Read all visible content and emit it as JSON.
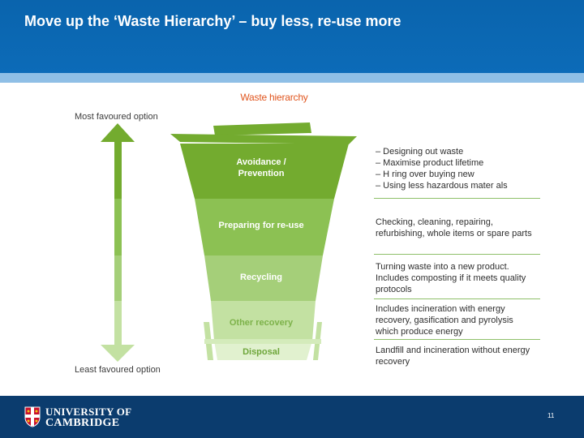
{
  "slide": {
    "title": "Move up the ‘Waste Hierarchy’ – buy less, re-use more",
    "page_number": "11"
  },
  "diagram": {
    "title": "Waste hierarchy",
    "most_favoured": "Most favoured option",
    "least_favoured": "Least favoured option",
    "levels": [
      {
        "label_lines": [
          "Avoidance /",
          "Prevention"
        ],
        "color": "#73ab2f",
        "description_lines": [
          "– Designing out waste",
          "– Maximise product lifetime",
          "– H ring over buying new",
          "– Using less hazardous mater als"
        ]
      },
      {
        "label_lines": [
          "Preparing for re-use"
        ],
        "color": "#8cc153",
        "description_lines": [
          "Checking, cleaning, repairing,",
          "refurbishing, whole items or spare parts"
        ]
      },
      {
        "label_lines": [
          "Recycling"
        ],
        "color": "#a5cf79",
        "description_lines": [
          "Turning waste into a new product.",
          "Includes composting if it meets quality",
          "protocols"
        ]
      },
      {
        "label_lines": [
          "Other recovery"
        ],
        "color": "#c3e1a2",
        "description_lines": [
          "Includes incineration with energy",
          "recovery, gasification and pyrolysis",
          "which produce energy"
        ]
      },
      {
        "label_lines": [
          "Disposal"
        ],
        "color": "#e1f1cf",
        "description_lines": [
          "Landfill and incineration without energy",
          "recovery"
        ]
      }
    ]
  },
  "footer": {
    "university_line1": "UNIVERSITY OF",
    "university_line2": "CAMBRIDGE"
  }
}
